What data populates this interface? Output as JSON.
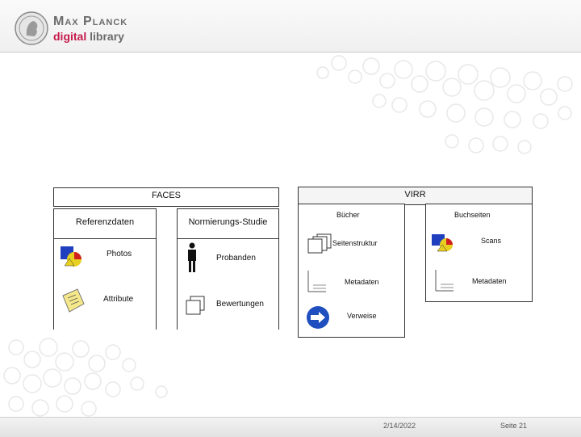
{
  "header": {
    "logo_line1": "Max Planck",
    "logo_digital": "digital",
    "logo_library": "library"
  },
  "faces": {
    "title": "FACES",
    "referenzdaten": "Referenzdaten",
    "normierung": "Normierungs-Studie",
    "photos": "Photos",
    "attribute": "Attribute",
    "probanden": "Probanden",
    "bewertungen": "Bewertungen"
  },
  "virr": {
    "title": "VIRR",
    "buecher": "Bücher",
    "buchseiten": "Buchseiten",
    "seitenstruktur": "Seitenstruktur",
    "metadaten_left": "Metadaten",
    "verweise": "Verweise",
    "scans": "Scans",
    "metadaten_right": "Metadaten"
  },
  "footer": {
    "date": "2/14/2022",
    "page": "Seite 21"
  },
  "colors": {
    "accent": "#c51a4a",
    "arrow_blue": "#1f4fbf"
  }
}
